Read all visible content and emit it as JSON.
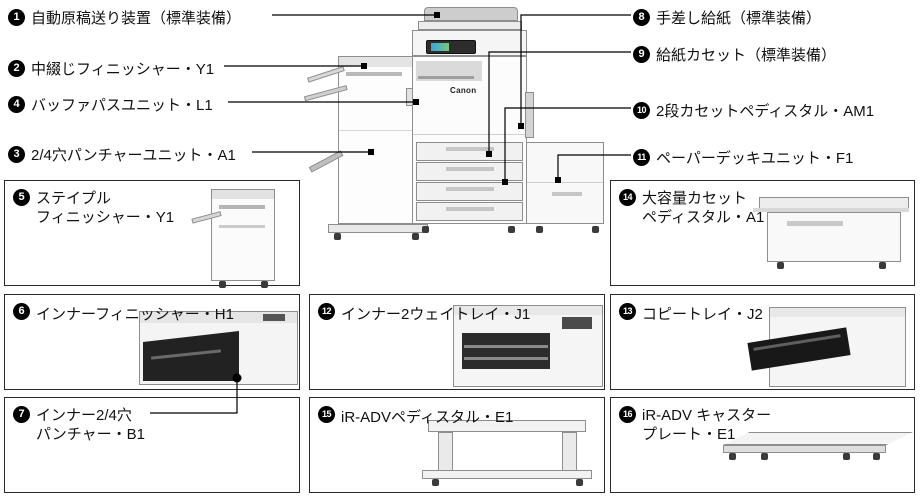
{
  "machine": {
    "logo": "Canon"
  },
  "callouts": {
    "left": [
      {
        "num": "1",
        "label": "自動原稿送り装置（標準装備）"
      },
      {
        "num": "2",
        "label": "中綴じフィニッシャー・Y1"
      },
      {
        "num": "4",
        "label": "バッファパスユニット・L1"
      },
      {
        "num": "3",
        "label": "2/4穴パンチャーユニット・A1"
      }
    ],
    "right": [
      {
        "num": "8",
        "label": "手差し給紙（標準装備）"
      },
      {
        "num": "9",
        "label": "給紙カセット（標準装備）"
      },
      {
        "num": "10",
        "label": "2段カセットペディスタル・AM1"
      },
      {
        "num": "11",
        "label": "ペーパーデッキユニット・F1"
      }
    ]
  },
  "boxes": {
    "box5": {
      "num": "5",
      "line1": "ステイプル",
      "line2": "フィニッシャー・Y1"
    },
    "box14": {
      "num": "14",
      "line1": "大容量カセット",
      "line2": "ペディスタル・A1"
    },
    "box6": {
      "num": "6",
      "line1": "インナーフィニッシャー・H1"
    },
    "box12": {
      "num": "12",
      "line1": "インナー2ウェイトレイ・J1"
    },
    "box13": {
      "num": "13",
      "line1": "コピートレイ・J2"
    },
    "box7": {
      "num": "7",
      "line1": "インナー2/4穴",
      "line2": "パンチャー・B1"
    },
    "box15": {
      "num": "15",
      "line1": "iR-ADVペディスタル・E1"
    },
    "box16": {
      "num": "16",
      "line1": "iR-ADV キャスター",
      "line2": "プレート・E1"
    }
  }
}
